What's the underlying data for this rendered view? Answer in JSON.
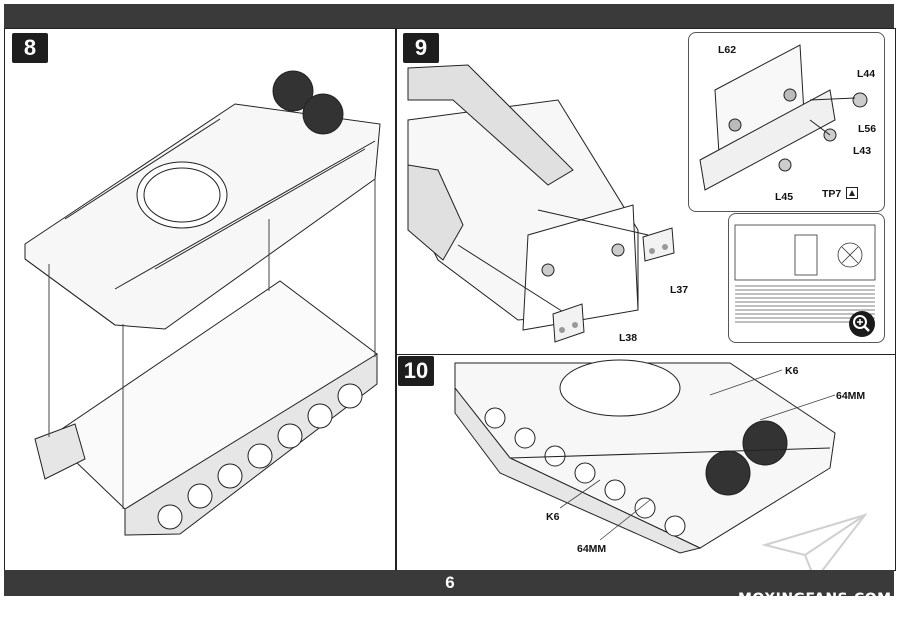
{
  "page": {
    "number": "6"
  },
  "steps": [
    {
      "label": "8"
    },
    {
      "label": "9",
      "parts": [
        "L62",
        "L44",
        "L56",
        "L43",
        "L45",
        "TP7",
        "L37",
        "L38"
      ]
    },
    {
      "label": "10",
      "parts": [
        "K6",
        "64MM",
        "K6",
        "64MM"
      ]
    }
  ],
  "watermark": {
    "text": "MOXINGFANS.COM"
  },
  "icons": [
    "zoom-in-icon",
    "glue-icon",
    "paper-plane-logo-icon"
  ]
}
